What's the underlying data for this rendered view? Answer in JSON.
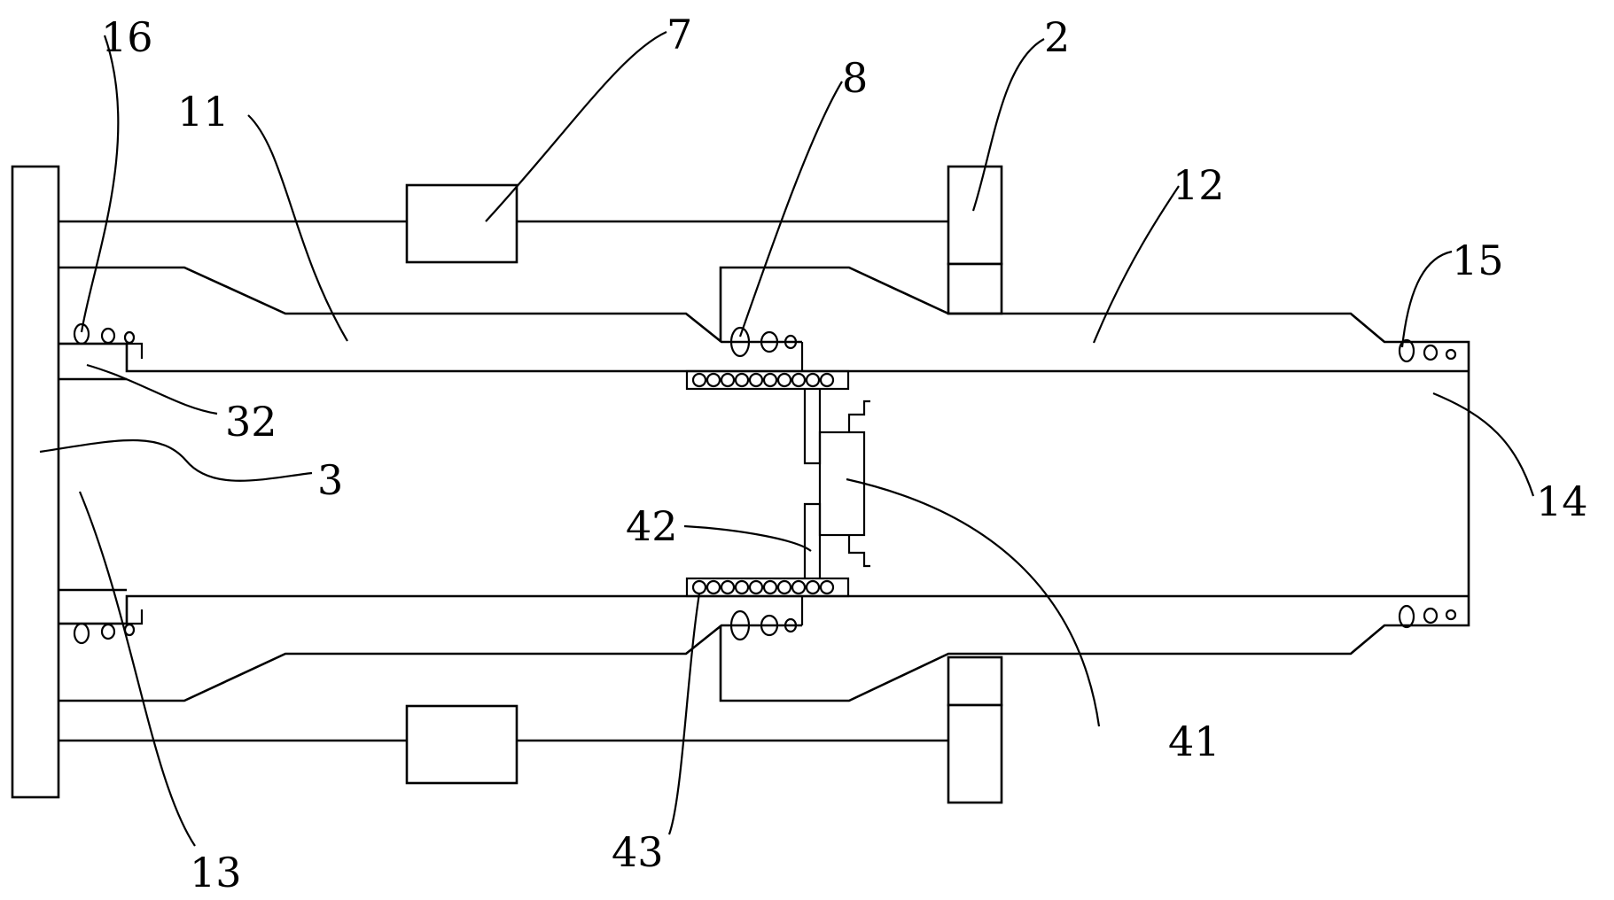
{
  "labels": {
    "l16": "16",
    "l7": "7",
    "l8": "8",
    "l2": "2",
    "l11": "11",
    "l12": "12",
    "l15": "15",
    "l32": "32",
    "l3": "3",
    "l14": "14",
    "l42": "42",
    "l41": "41",
    "l13": "13",
    "l43": "43"
  }
}
